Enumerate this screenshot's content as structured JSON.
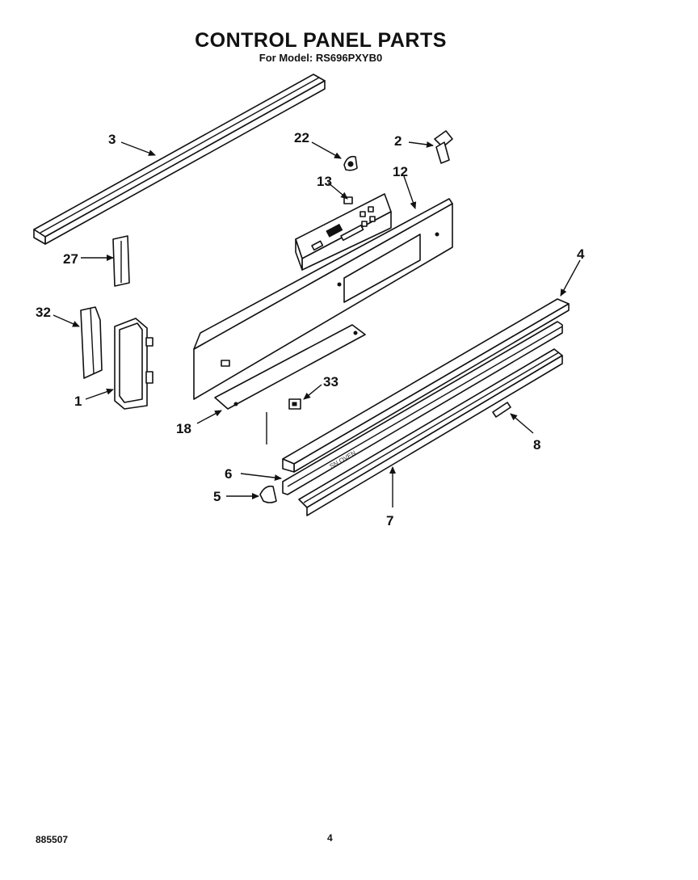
{
  "header": {
    "title": "CONTROL PANEL PARTS",
    "subtitle": "For Model: RS696PXYB0"
  },
  "callouts": {
    "c3": "3",
    "c22": "22",
    "c2": "2",
    "c13": "13",
    "c12": "12",
    "c27": "27",
    "c4": "4",
    "c32": "32",
    "c1": "1",
    "c33": "33",
    "c18": "18",
    "c8": "8",
    "c6": "6",
    "c5": "5",
    "c7": "7"
  },
  "footer": {
    "doc_number": "885507",
    "page_number": "4"
  }
}
